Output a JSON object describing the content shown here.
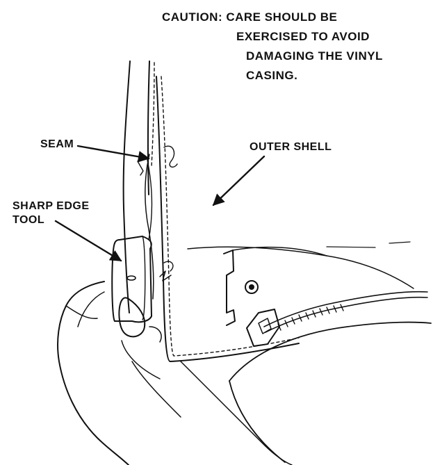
{
  "caution": {
    "line1": "CAUTION: CARE SHOULD BE",
    "line2": "EXERCISED TO AVOID",
    "line3": "DAMAGING THE VINYL",
    "line4": "CASING."
  },
  "labels": {
    "seam": "SEAM",
    "outer_shell": "OUTER SHELL",
    "tool_line1": "SHARP EDGE",
    "tool_line2": "TOOL"
  }
}
